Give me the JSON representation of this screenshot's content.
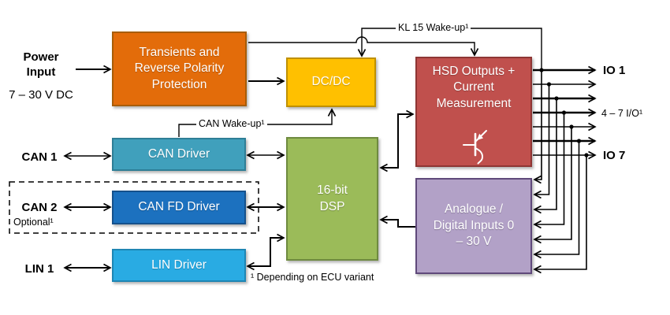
{
  "boxes": {
    "transients": {
      "label": "Transients and Reverse Polarity Protection",
      "fill": "#E36C0A",
      "border": "#A85D08"
    },
    "dcdc": {
      "label": "DC/DC",
      "fill": "#FFC000",
      "border": "#BF9000"
    },
    "can_driver": {
      "label": "CAN Driver",
      "fill": "#40A0BC",
      "border": "#2E7E96"
    },
    "can_fd_driver": {
      "label": "CAN FD Driver",
      "fill": "#1C71BF",
      "border": "#15518C"
    },
    "lin_driver": {
      "label": "LIN Driver",
      "fill": "#29ABE3",
      "border": "#1E86B4"
    },
    "dsp": {
      "label": "16-bit DSP",
      "fill": "#9BBB59",
      "border": "#6E8A3F"
    },
    "hsd": {
      "label": "HSD Outputs + Current Measurement",
      "fill": "#C0504D",
      "border": "#8E3634"
    },
    "analogue": {
      "label": "Analogue / Digital Inputs 0 – 30 V",
      "fill": "#B2A1C7",
      "border": "#5F497A"
    }
  },
  "labels": {
    "power_title": "Power Input",
    "power_range": "7 – 30 V DC",
    "can1": "CAN 1",
    "can2": "CAN 2",
    "optional": "Optional¹",
    "lin1": "LIN 1",
    "kl15_wakeup": "KL 15 Wake-up¹",
    "can_wakeup": "CAN Wake-up¹",
    "io1": "IO 1",
    "io_mid": "4 – 7 I/O¹",
    "io7": "IO 7",
    "footnote": "¹ Depending on ECU variant"
  },
  "line_color": "#000000"
}
